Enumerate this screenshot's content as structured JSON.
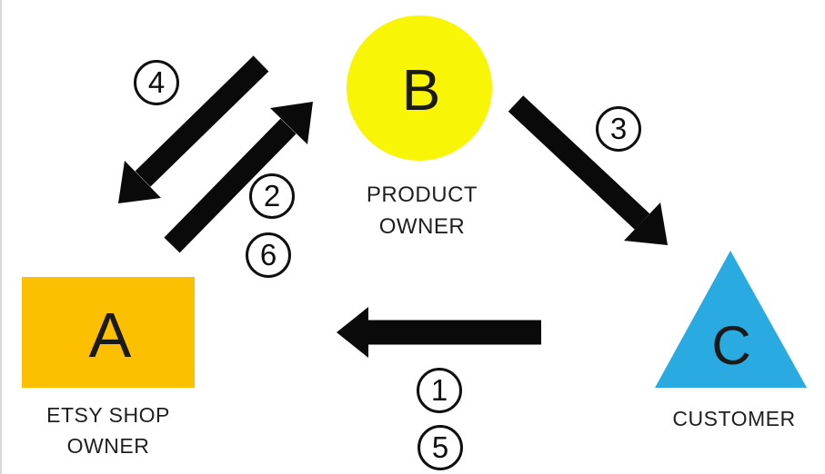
{
  "diagram": {
    "nodes": {
      "a": {
        "letter": "A",
        "name": "ETSY SHOP OWNER",
        "shape": "rectangle"
      },
      "b": {
        "letter": "B",
        "name": "PRODUCT OWNER",
        "shape": "circle"
      },
      "c": {
        "letter": "C",
        "name": "CUSTOMER",
        "shape": "triangle"
      }
    },
    "steps": {
      "s1": "1",
      "s2": "2",
      "s3": "3",
      "s4": "4",
      "s5": "5",
      "s6": "6"
    },
    "arrows": [
      {
        "from": "C",
        "to": "A",
        "steps": "1, 5"
      },
      {
        "from": "A",
        "to": "B",
        "steps": "2, 6"
      },
      {
        "from": "B",
        "to": "C",
        "steps": "3"
      },
      {
        "from": "B",
        "to": "A",
        "steps": "4"
      }
    ]
  },
  "colors": {
    "node_a_fill": "#FDC000",
    "node_b_fill": "#F9F507",
    "node_c_fill": "#29ABE2",
    "arrow": "#0A0A0A",
    "text": "#1F1F1F"
  }
}
